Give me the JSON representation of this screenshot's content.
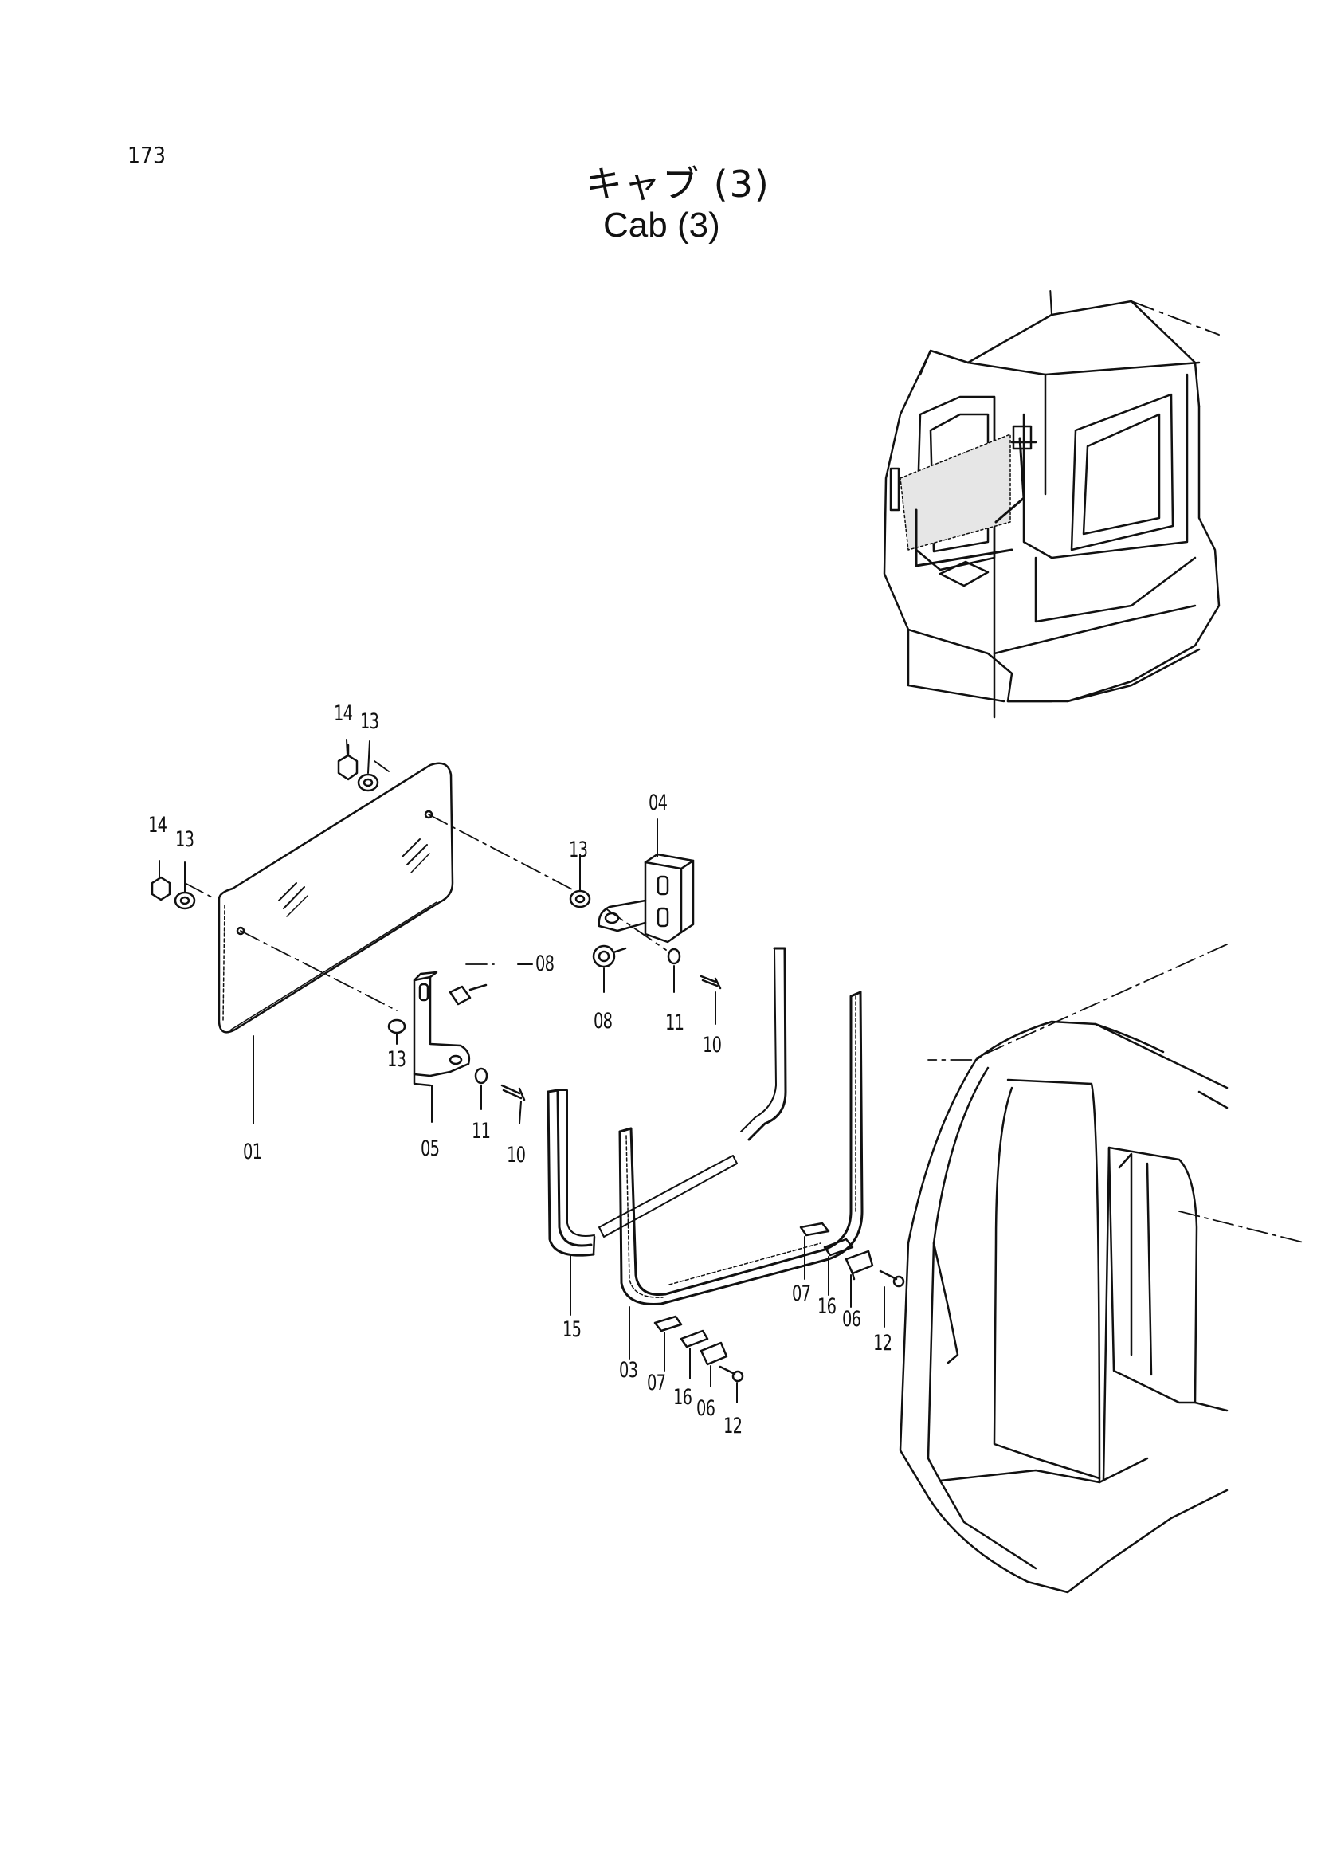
{
  "page": {
    "number": "173"
  },
  "title": {
    "jp": "キャブ (3)",
    "en": "Cab (3)"
  },
  "callouts": {
    "c01": "01",
    "c03": "03",
    "c04": "04",
    "c05": "05",
    "c06a": "06",
    "c06b": "06",
    "c07a": "07",
    "c07b": "07",
    "c08a": "08",
    "c08b": "08",
    "c10a": "10",
    "c10b": "10",
    "c11a": "11",
    "c11b": "11",
    "c12a": "12",
    "c12b": "12",
    "c13a": "13",
    "c13b": "13",
    "c13c": "13",
    "c13d": "13",
    "c14a": "14",
    "c14b": "14",
    "c15": "15",
    "c16a": "16",
    "c16b": "16"
  }
}
